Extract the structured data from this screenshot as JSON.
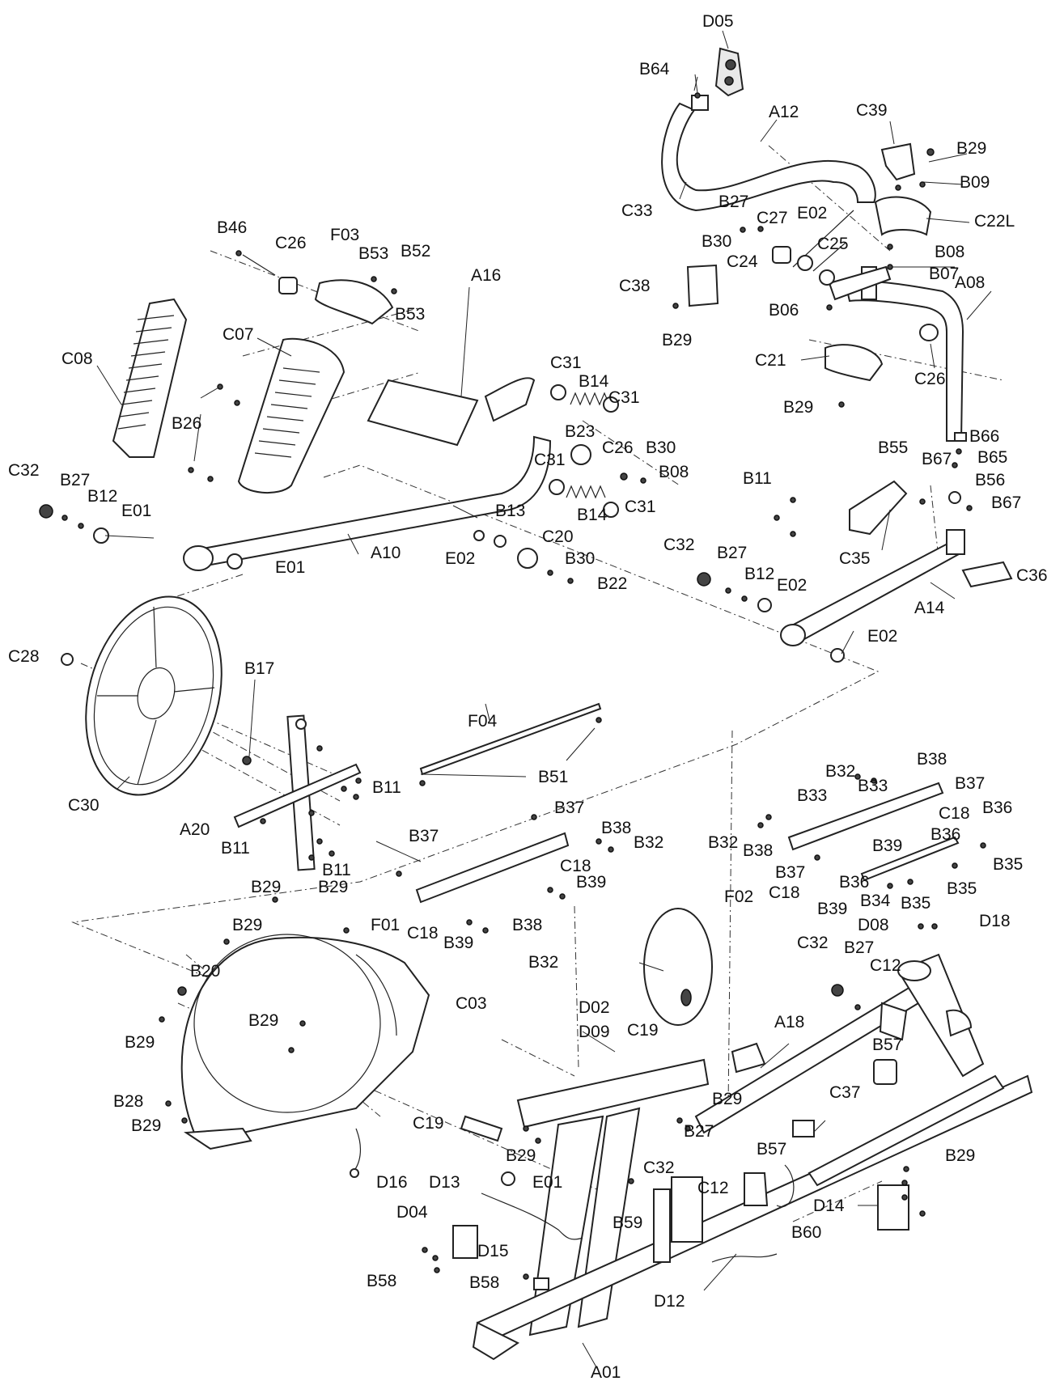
{
  "labels": [
    {
      "id": "D05",
      "text": "D05"
    },
    {
      "id": "B64",
      "text": "B64"
    },
    {
      "id": "A12",
      "text": "A12"
    },
    {
      "id": "C39",
      "text": "C39"
    },
    {
      "id": "B29a",
      "text": "B29"
    },
    {
      "id": "B09",
      "text": "B09"
    },
    {
      "id": "C22L",
      "text": "C22L"
    },
    {
      "id": "C33",
      "text": "C33"
    },
    {
      "id": "B27a",
      "text": "B27"
    },
    {
      "id": "C27",
      "text": "C27"
    },
    {
      "id": "E02a",
      "text": "E02"
    },
    {
      "id": "B30a",
      "text": "B30"
    },
    {
      "id": "C25",
      "text": "C25"
    },
    {
      "id": "C24",
      "text": "C24"
    },
    {
      "id": "B08a",
      "text": "B08"
    },
    {
      "id": "B07",
      "text": "B07"
    },
    {
      "id": "C38",
      "text": "C38"
    },
    {
      "id": "A08",
      "text": "A08"
    },
    {
      "id": "B06",
      "text": "B06"
    },
    {
      "id": "B29b",
      "text": "B29"
    },
    {
      "id": "C21",
      "text": "C21"
    },
    {
      "id": "C26a",
      "text": "C26"
    },
    {
      "id": "B29c",
      "text": "B29"
    },
    {
      "id": "B46",
      "text": "B46"
    },
    {
      "id": "C26b",
      "text": "C26"
    },
    {
      "id": "F03",
      "text": "F03"
    },
    {
      "id": "B53a",
      "text": "B53"
    },
    {
      "id": "B52",
      "text": "B52"
    },
    {
      "id": "B53b",
      "text": "B53"
    },
    {
      "id": "A16",
      "text": "A16"
    },
    {
      "id": "C07",
      "text": "C07"
    },
    {
      "id": "C08",
      "text": "C08"
    },
    {
      "id": "C31a",
      "text": "C31"
    },
    {
      "id": "B14a",
      "text": "B14"
    },
    {
      "id": "C31b",
      "text": "C31"
    },
    {
      "id": "B26",
      "text": "B26"
    },
    {
      "id": "B23",
      "text": "B23"
    },
    {
      "id": "C26c",
      "text": "C26"
    },
    {
      "id": "B30b",
      "text": "B30"
    },
    {
      "id": "B08b",
      "text": "B08"
    },
    {
      "id": "C31c",
      "text": "C31"
    },
    {
      "id": "B14b",
      "text": "B14"
    },
    {
      "id": "C31d",
      "text": "C31"
    },
    {
      "id": "C32a",
      "text": "C32"
    },
    {
      "id": "B27b",
      "text": "B27"
    },
    {
      "id": "B12a",
      "text": "B12"
    },
    {
      "id": "E01a",
      "text": "E01"
    },
    {
      "id": "B13",
      "text": "B13"
    },
    {
      "id": "C20",
      "text": "C20"
    },
    {
      "id": "E02b",
      "text": "E02"
    },
    {
      "id": "B30c",
      "text": "B30"
    },
    {
      "id": "A10",
      "text": "A10"
    },
    {
      "id": "E01b",
      "text": "E01"
    },
    {
      "id": "B22",
      "text": "B22"
    },
    {
      "id": "B66",
      "text": "B66"
    },
    {
      "id": "B65",
      "text": "B65"
    },
    {
      "id": "B55",
      "text": "B55"
    },
    {
      "id": "B67a",
      "text": "B67"
    },
    {
      "id": "B56",
      "text": "B56"
    },
    {
      "id": "B67b",
      "text": "B67"
    },
    {
      "id": "B11a",
      "text": "B11"
    },
    {
      "id": "C35",
      "text": "C35"
    },
    {
      "id": "C32b",
      "text": "C32"
    },
    {
      "id": "B27c",
      "text": "B27"
    },
    {
      "id": "B12b",
      "text": "B12"
    },
    {
      "id": "E02c",
      "text": "E02"
    },
    {
      "id": "C36",
      "text": "C36"
    },
    {
      "id": "A14",
      "text": "A14"
    },
    {
      "id": "E02d",
      "text": "E02"
    },
    {
      "id": "C28",
      "text": "C28"
    },
    {
      "id": "B17",
      "text": "B17"
    },
    {
      "id": "F04",
      "text": "F04"
    },
    {
      "id": "B51",
      "text": "B51"
    },
    {
      "id": "B11b",
      "text": "B11"
    },
    {
      "id": "C30",
      "text": "C30"
    },
    {
      "id": "A20",
      "text": "A20"
    },
    {
      "id": "B11c",
      "text": "B11"
    },
    {
      "id": "B11d",
      "text": "B11"
    },
    {
      "id": "B32a",
      "text": "B32"
    },
    {
      "id": "B38a",
      "text": "B38"
    },
    {
      "id": "B33a",
      "text": "B33"
    },
    {
      "id": "B33b",
      "text": "B33"
    },
    {
      "id": "B37a",
      "text": "B37"
    },
    {
      "id": "C18a",
      "text": "C18"
    },
    {
      "id": "B36a",
      "text": "B36"
    },
    {
      "id": "B37b",
      "text": "B37"
    },
    {
      "id": "B38b",
      "text": "B38"
    },
    {
      "id": "B36b",
      "text": "B36"
    },
    {
      "id": "B32b",
      "text": "B32"
    },
    {
      "id": "B37c",
      "text": "B37"
    },
    {
      "id": "B32c",
      "text": "B32"
    },
    {
      "id": "B38c",
      "text": "B38"
    },
    {
      "id": "B39a",
      "text": "B39"
    },
    {
      "id": "B35a",
      "text": "B35"
    },
    {
      "id": "C18b",
      "text": "C18"
    },
    {
      "id": "B39b",
      "text": "B39"
    },
    {
      "id": "B37d",
      "text": "B37"
    },
    {
      "id": "F02",
      "text": "F02"
    },
    {
      "id": "C18c",
      "text": "C18"
    },
    {
      "id": "B36c",
      "text": "B36"
    },
    {
      "id": "B34",
      "text": "B34"
    },
    {
      "id": "B35b",
      "text": "B35"
    },
    {
      "id": "B35c",
      "text": "B35"
    },
    {
      "id": "B39c",
      "text": "B39"
    },
    {
      "id": "F01",
      "text": "F01"
    },
    {
      "id": "C18d",
      "text": "C18"
    },
    {
      "id": "B38d",
      "text": "B38"
    },
    {
      "id": "B39d",
      "text": "B39"
    },
    {
      "id": "B32d",
      "text": "B32"
    },
    {
      "id": "D08",
      "text": "D08"
    },
    {
      "id": "D18",
      "text": "D18"
    },
    {
      "id": "B29d",
      "text": "B29"
    },
    {
      "id": "B29e",
      "text": "B29"
    },
    {
      "id": "B29f",
      "text": "B29"
    },
    {
      "id": "C32c",
      "text": "C32"
    },
    {
      "id": "B27d",
      "text": "B27"
    },
    {
      "id": "C12a",
      "text": "C12"
    },
    {
      "id": "B20",
      "text": "B20"
    },
    {
      "id": "C03",
      "text": "C03"
    },
    {
      "id": "D02",
      "text": "D02"
    },
    {
      "id": "B29g",
      "text": "B29"
    },
    {
      "id": "A18",
      "text": "A18"
    },
    {
      "id": "B29h",
      "text": "B29"
    },
    {
      "id": "D09",
      "text": "D09"
    },
    {
      "id": "C19a",
      "text": "C19"
    },
    {
      "id": "B57a",
      "text": "B57"
    },
    {
      "id": "B28",
      "text": "B28"
    },
    {
      "id": "C37",
      "text": "C37"
    },
    {
      "id": "B29i",
      "text": "B29"
    },
    {
      "id": "B29j",
      "text": "B29"
    },
    {
      "id": "C19b",
      "text": "C19"
    },
    {
      "id": "B27e",
      "text": "B27"
    },
    {
      "id": "B29k",
      "text": "B29"
    },
    {
      "id": "B57b",
      "text": "B57"
    },
    {
      "id": "B29l",
      "text": "B29"
    },
    {
      "id": "C32d",
      "text": "C32"
    },
    {
      "id": "D16",
      "text": "D16"
    },
    {
      "id": "D13",
      "text": "D13"
    },
    {
      "id": "E01c",
      "text": "E01"
    },
    {
      "id": "C12b",
      "text": "C12"
    },
    {
      "id": "D14",
      "text": "D14"
    },
    {
      "id": "D04",
      "text": "D04"
    },
    {
      "id": "B59",
      "text": "B59"
    },
    {
      "id": "B60",
      "text": "B60"
    },
    {
      "id": "D15",
      "text": "D15"
    },
    {
      "id": "B58a",
      "text": "B58"
    },
    {
      "id": "B58b",
      "text": "B58"
    },
    {
      "id": "D12",
      "text": "D12"
    },
    {
      "id": "A01",
      "text": "A01"
    }
  ]
}
